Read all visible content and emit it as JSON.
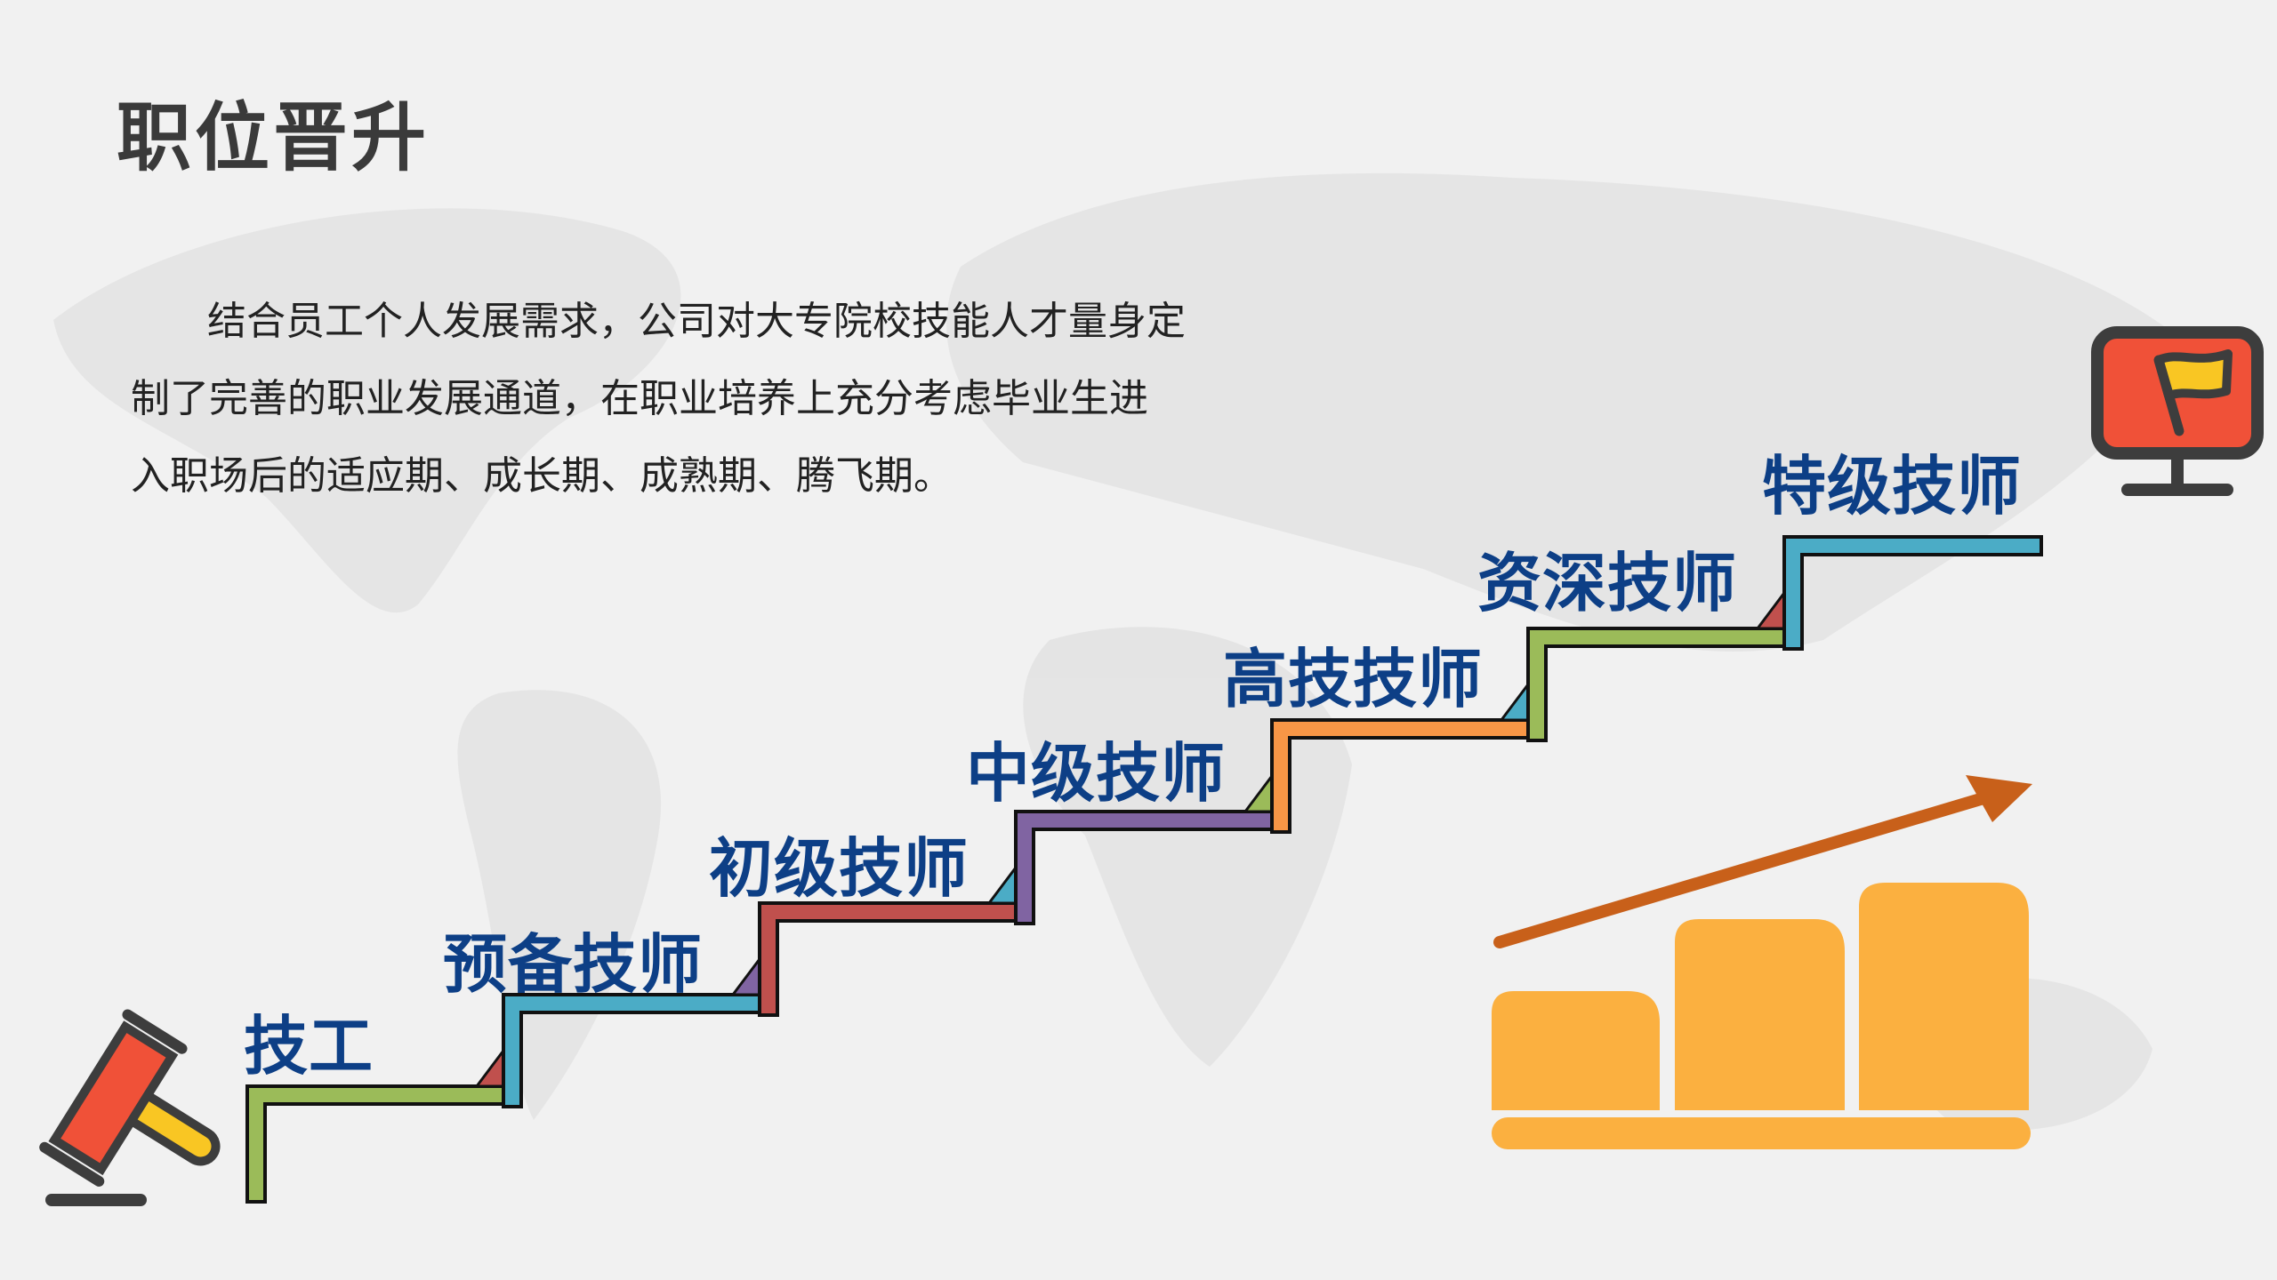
{
  "title": "职位晋升",
  "paragraph": [
    "结合员工个人发展需求，公司对大专院校技能人才量身定",
    "制了完善的职业发展通道，在职业培养上充分考虑毕业生进",
    "入职场后的适应期、成长期、成熟期、腾飞期。"
  ],
  "steps": [
    {
      "label": "技工",
      "color": "#9bbb59"
    },
    {
      "label": "预备技师",
      "color": "#4bacc6"
    },
    {
      "label": "初级技师",
      "color": "#c0504d"
    },
    {
      "label": "中级技师",
      "color": "#8064a2"
    },
    {
      "label": "高技技师",
      "color": "#f79646"
    },
    {
      "label": "资深技师",
      "color": "#9bbb59"
    },
    {
      "label": "特级技师",
      "color": "#4bacc6"
    }
  ],
  "colors": {
    "label": "#0d3f86",
    "bars": "#fbb040",
    "arrow": "#c8601a",
    "icon_red": "#f05138",
    "icon_yellow": "#f9c623",
    "icon_dark": "#3d3d3d"
  },
  "icons": [
    "gavel-icon",
    "flag-monitor-icon",
    "growth-chart-icon"
  ]
}
